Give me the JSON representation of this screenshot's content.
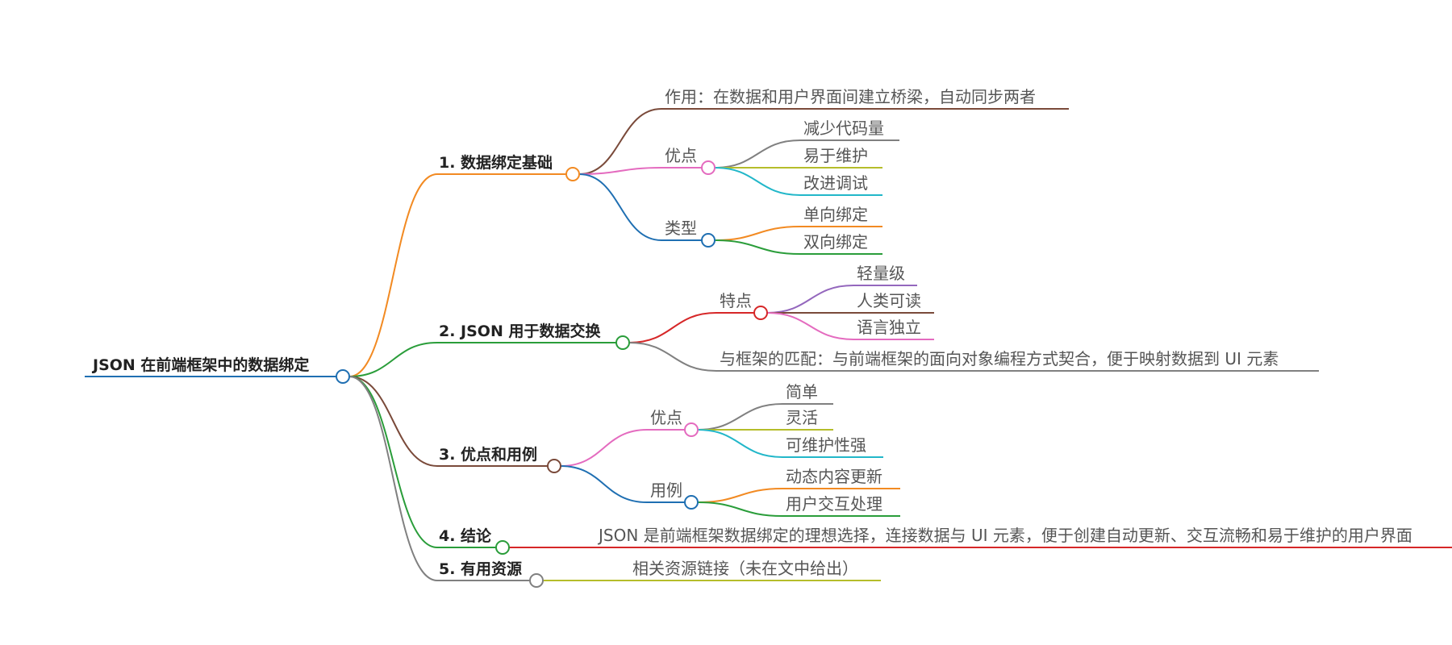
{
  "root": {
    "label": "JSON 在前端框架中的数据绑定",
    "color": "#1f6fb2"
  },
  "branches": [
    {
      "id": "b1",
      "label": "1. 数据绑定基础",
      "color": "#f28a22",
      "children": [
        {
          "id": "b1c1",
          "label": "作用：在数据和用户界面间建立桥梁，自动同步两者",
          "color": "#7a4a3a"
        },
        {
          "id": "b1c2",
          "label": "优点",
          "color": "#e46bbf",
          "children": [
            {
              "id": "b1c2a",
              "label": "减少代码量",
              "color": "#808080"
            },
            {
              "id": "b1c2b",
              "label": "易于维护",
              "color": "#b5bd2a"
            },
            {
              "id": "b1c2c",
              "label": "改进调试",
              "color": "#22b7c9"
            }
          ]
        },
        {
          "id": "b1c3",
          "label": "类型",
          "color": "#1f6fb2",
          "children": [
            {
              "id": "b1c3a",
              "label": "单向绑定",
              "color": "#f28a22"
            },
            {
              "id": "b1c3b",
              "label": "双向绑定",
              "color": "#2a9d3a"
            }
          ]
        }
      ]
    },
    {
      "id": "b2",
      "label": "2. JSON 用于数据交换",
      "color": "#2a9d3a",
      "children": [
        {
          "id": "b2c1",
          "label": "特点",
          "color": "#d62728",
          "children": [
            {
              "id": "b2c1a",
              "label": "轻量级",
              "color": "#9467bd"
            },
            {
              "id": "b2c1b",
              "label": "人类可读",
              "color": "#7a4a3a"
            },
            {
              "id": "b2c1c",
              "label": "语言独立",
              "color": "#e46bbf"
            }
          ]
        },
        {
          "id": "b2c2",
          "label": "与框架的匹配：与前端框架的面向对象编程方式契合，便于映射数据到 UI 元素",
          "color": "#808080"
        }
      ]
    },
    {
      "id": "b3",
      "label": "3. 优点和用例",
      "color": "#7a4a3a",
      "children": [
        {
          "id": "b3c1",
          "label": "优点",
          "color": "#e46bbf",
          "children": [
            {
              "id": "b3c1a",
              "label": "简单",
              "color": "#808080"
            },
            {
              "id": "b3c1b",
              "label": "灵活",
              "color": "#b5bd2a"
            },
            {
              "id": "b3c1c",
              "label": "可维护性强",
              "color": "#22b7c9"
            }
          ]
        },
        {
          "id": "b3c2",
          "label": "用例",
          "color": "#1f6fb2",
          "children": [
            {
              "id": "b3c2a",
              "label": "动态内容更新",
              "color": "#f28a22"
            },
            {
              "id": "b3c2b",
              "label": "用户交互处理",
              "color": "#2a9d3a"
            }
          ]
        }
      ]
    },
    {
      "id": "b4",
      "label": "4. 结论",
      "color": "#2a9d3a",
      "children": [
        {
          "id": "b4c1",
          "label": "JSON 是前端框架数据绑定的理想选择，连接数据与 UI 元素，便于创建自动更新、交互流畅和易于维护的用户界面",
          "color": "#d62728"
        }
      ]
    },
    {
      "id": "b5",
      "label": "5. 有用资源",
      "color": "#808080",
      "children": [
        {
          "id": "b5c1",
          "label": "相关资源链接（未在文中给出）",
          "color": "#b5bd2a"
        }
      ]
    }
  ]
}
